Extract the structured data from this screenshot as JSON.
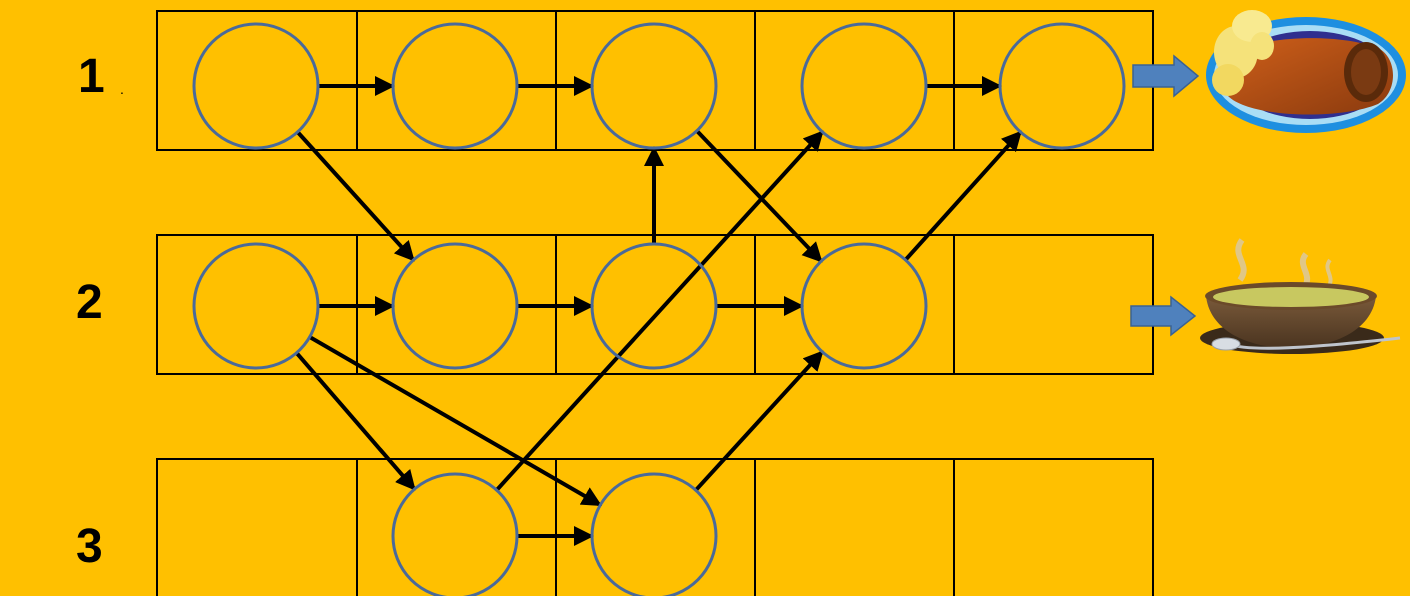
{
  "rows": [
    {
      "label": "1",
      "dish_icon": "main-course-plate-icon"
    },
    {
      "label": "2",
      "dish_icon": "soup-bowl-icon"
    },
    {
      "label": "3",
      "dish_icon": ""
    }
  ],
  "columns": 5,
  "nodes": [
    {
      "id": "r1c1",
      "row": 1,
      "col": 1
    },
    {
      "id": "r1c2",
      "row": 1,
      "col": 2
    },
    {
      "id": "r1c3",
      "row": 1,
      "col": 3
    },
    {
      "id": "r1c4",
      "row": 1,
      "col": 4
    },
    {
      "id": "r1c5",
      "row": 1,
      "col": 5
    },
    {
      "id": "r2c1",
      "row": 2,
      "col": 1
    },
    {
      "id": "r2c2",
      "row": 2,
      "col": 2
    },
    {
      "id": "r2c3",
      "row": 2,
      "col": 3
    },
    {
      "id": "r2c4",
      "row": 2,
      "col": 4
    },
    {
      "id": "r3c2",
      "row": 3,
      "col": 2
    },
    {
      "id": "r3c3",
      "row": 3,
      "col": 3
    }
  ],
  "edges": [
    {
      "from": "r1c1",
      "to": "r1c2"
    },
    {
      "from": "r1c1",
      "to": "r2c2"
    },
    {
      "from": "r1c2",
      "to": "r1c3"
    },
    {
      "from": "r1c3",
      "to": "r2c4"
    },
    {
      "from": "r1c4",
      "to": "r1c5"
    },
    {
      "from": "r2c1",
      "to": "r2c2"
    },
    {
      "from": "r2c1",
      "to": "r3c2"
    },
    {
      "from": "r2c1",
      "to": "r3c3"
    },
    {
      "from": "r2c2",
      "to": "r2c3"
    },
    {
      "from": "r2c3",
      "to": "r1c3"
    },
    {
      "from": "r2c3",
      "to": "r2c4"
    },
    {
      "from": "r2c4",
      "to": "r1c5"
    },
    {
      "from": "r3c2",
      "to": "r3c3"
    },
    {
      "from": "r3c2",
      "to": "r1c4"
    },
    {
      "from": "r3c3",
      "to": "r2c4"
    }
  ],
  "colors": {
    "background": "#FFC000",
    "grid": "#000000",
    "node_stroke": "#4A6A9A",
    "edge": "#000000",
    "pointer_arrow": "#4F81BD"
  }
}
